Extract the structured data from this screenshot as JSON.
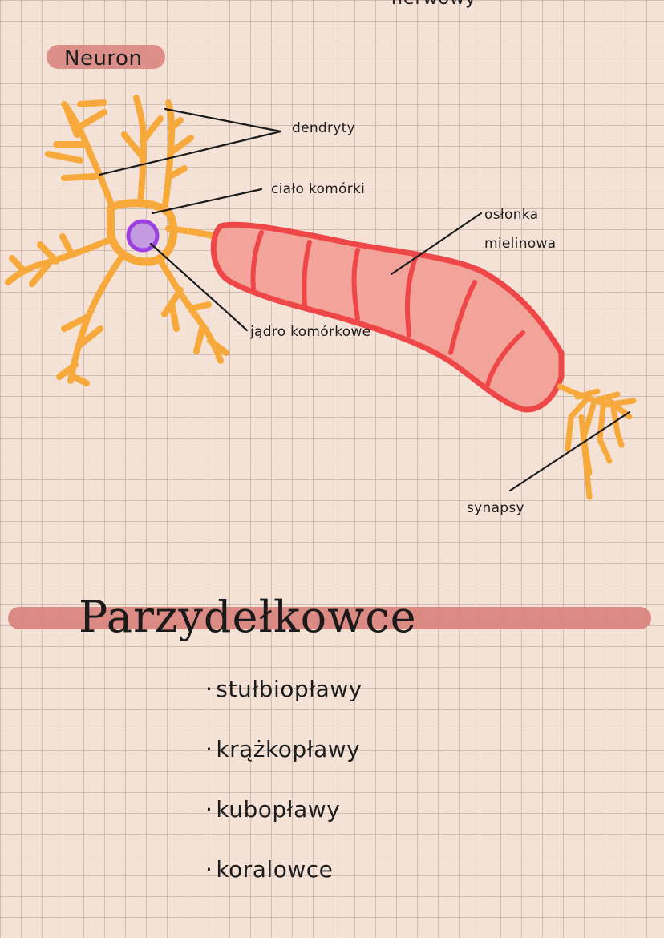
{
  "header": {
    "top_word": "nerwowy"
  },
  "neuron": {
    "title": "Neuron",
    "labels": {
      "dendrites": "dendryty",
      "cell_body": "ciało komórki",
      "myelin_line1": "osłonka",
      "myelin_line2": "mielinowa",
      "nucleus": "jądro komórkowe",
      "synapses": "synapsy"
    }
  },
  "section": {
    "title": "Parzydełkowce",
    "items": [
      "stułbiopławy",
      "krążkopławy",
      "kubopławy",
      "koralowce"
    ]
  },
  "colors": {
    "dendrite_orange": "#f7a93b",
    "myelin_fill": "#f2a49a",
    "myelin_stroke": "#ef4747",
    "nucleus_fill": "#c39be0",
    "nucleus_stroke": "#9b3fe0",
    "highlight_bar": "#d9857f",
    "paper": "#f4e2d6"
  }
}
